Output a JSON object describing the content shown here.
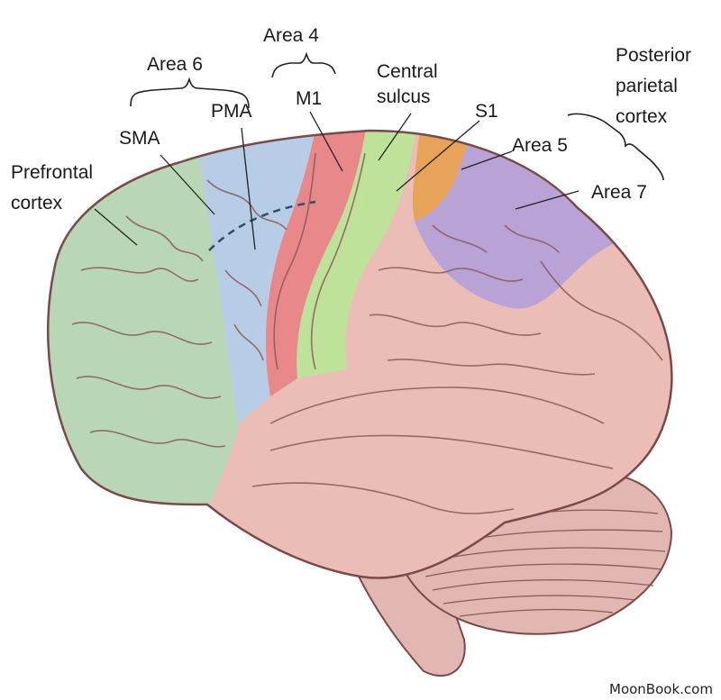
{
  "labels": {
    "area6": "Area 6",
    "area4": "Area 4",
    "central_line1": "Central",
    "central_line2": "sulcus",
    "posterior_line1": "Posterior",
    "posterior_line2": "parietal",
    "posterior_line3": "cortex",
    "sma": "SMA",
    "pma": "PMA",
    "m1": "M1",
    "s1": "S1",
    "area5": "Area 5",
    "area7": "Area 7",
    "prefrontal_line1": "Prefrontal",
    "prefrontal_line2": "cortex"
  },
  "watermark": "MoonBook.com",
  "colors": {
    "prefrontal": "#b9d6b6",
    "area6": "#b7cde6",
    "m1": "#e8888a",
    "s1": "#bfe29a",
    "area5": "#e8a35a",
    "area7": "#b9a2d6",
    "temporal": "#ebbdb6",
    "cerebellum": "#e2b6b2",
    "outline": "#7a4a4a"
  }
}
